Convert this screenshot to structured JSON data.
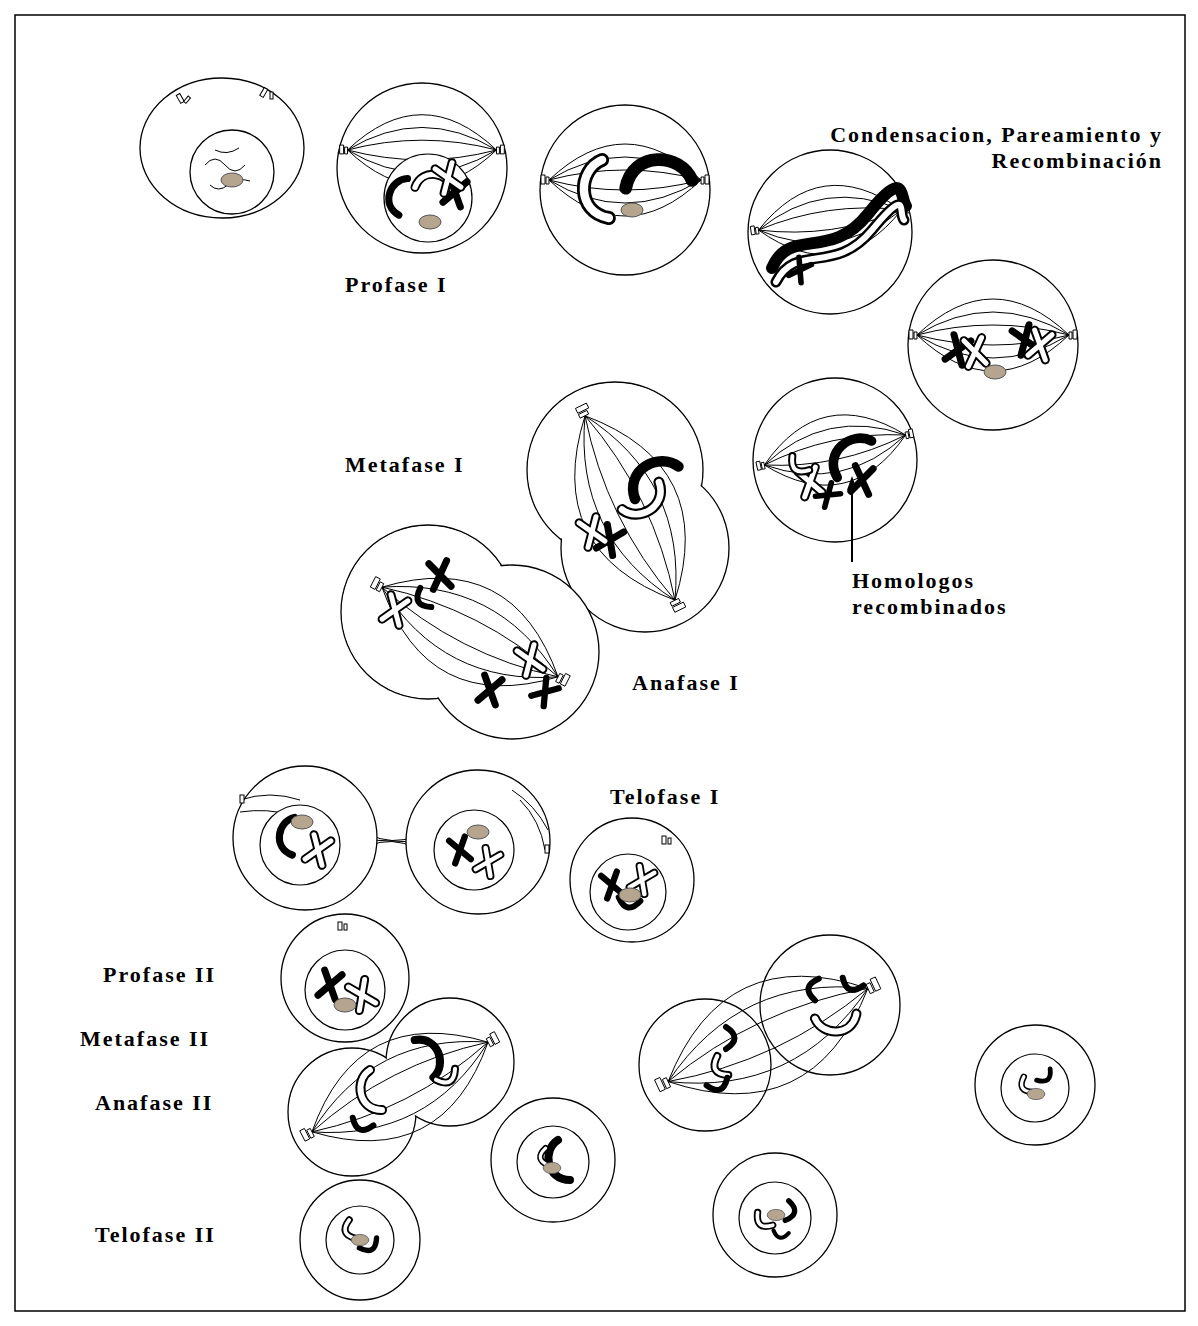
{
  "diagram": {
    "labels": [
      "Condensacion, Pareamiento y Recombinación",
      "Profase I",
      "Metafase I",
      "Homologos recombinados",
      "Anafase I",
      "Telofase I",
      "Profase II",
      "Metafase II",
      "Anafase II",
      "Telofase II"
    ]
  }
}
